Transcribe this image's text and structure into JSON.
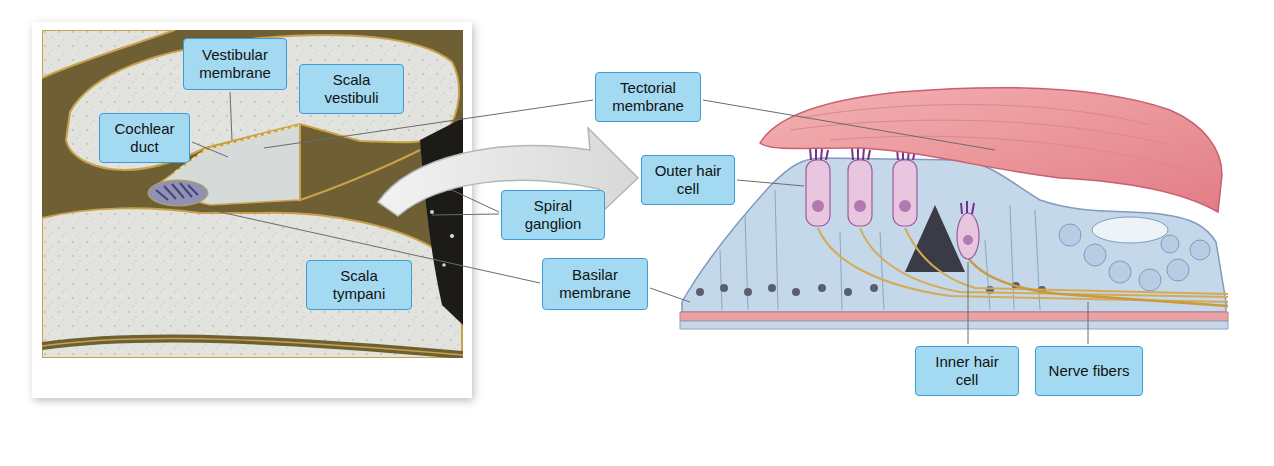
{
  "diagram": {
    "nodes": [
      {
        "text": [
          "Vestibular membrane"
        ]
      },
      {
        "text": [
          "Scala vestibuli"
        ]
      },
      {
        "text": [
          "Tectorial membrane"
        ]
      },
      {
        "text": [
          "Cochlear duct"
        ]
      },
      {
        "text": [
          "Outer hair cell"
        ]
      },
      {
        "text": [
          "Spiral ganglion"
        ]
      },
      {
        "text": [
          "Scala tympani"
        ]
      },
      {
        "text": [
          "Basilar membrane"
        ]
      },
      {
        "text": [
          "Inner hair cell"
        ]
      },
      {
        "text": [
          "Nerve fibers"
        ]
      }
    ]
  }
}
